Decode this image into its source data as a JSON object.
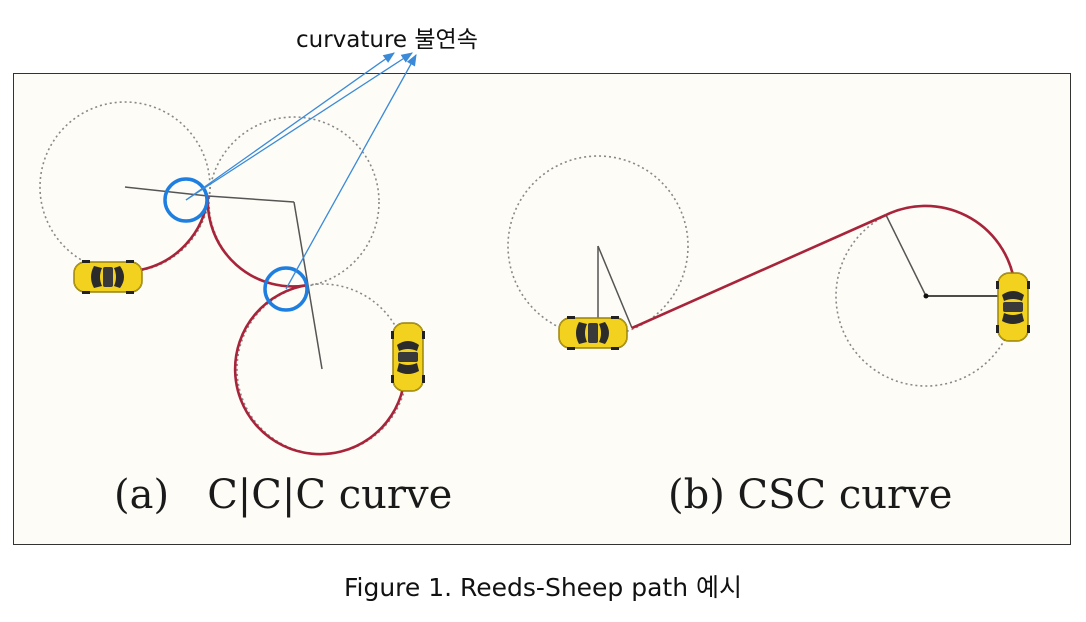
{
  "annotation": {
    "text": "curvature 불연속"
  },
  "panels": {
    "a_label": "(a)   C|C|C curve",
    "b_label": "(b) CSC curve"
  },
  "caption": {
    "text": "Figure 1. Reeds-Sheep path 예시"
  },
  "colors": {
    "path": "#a8243a",
    "highlight_circle": "#1e7fe0",
    "arrow": "#3a8ad8",
    "car_body": "#f2d21e",
    "guide_circle": "#888888",
    "radius_line": "#555555"
  },
  "icons": {
    "car": "car-top-view-icon"
  }
}
